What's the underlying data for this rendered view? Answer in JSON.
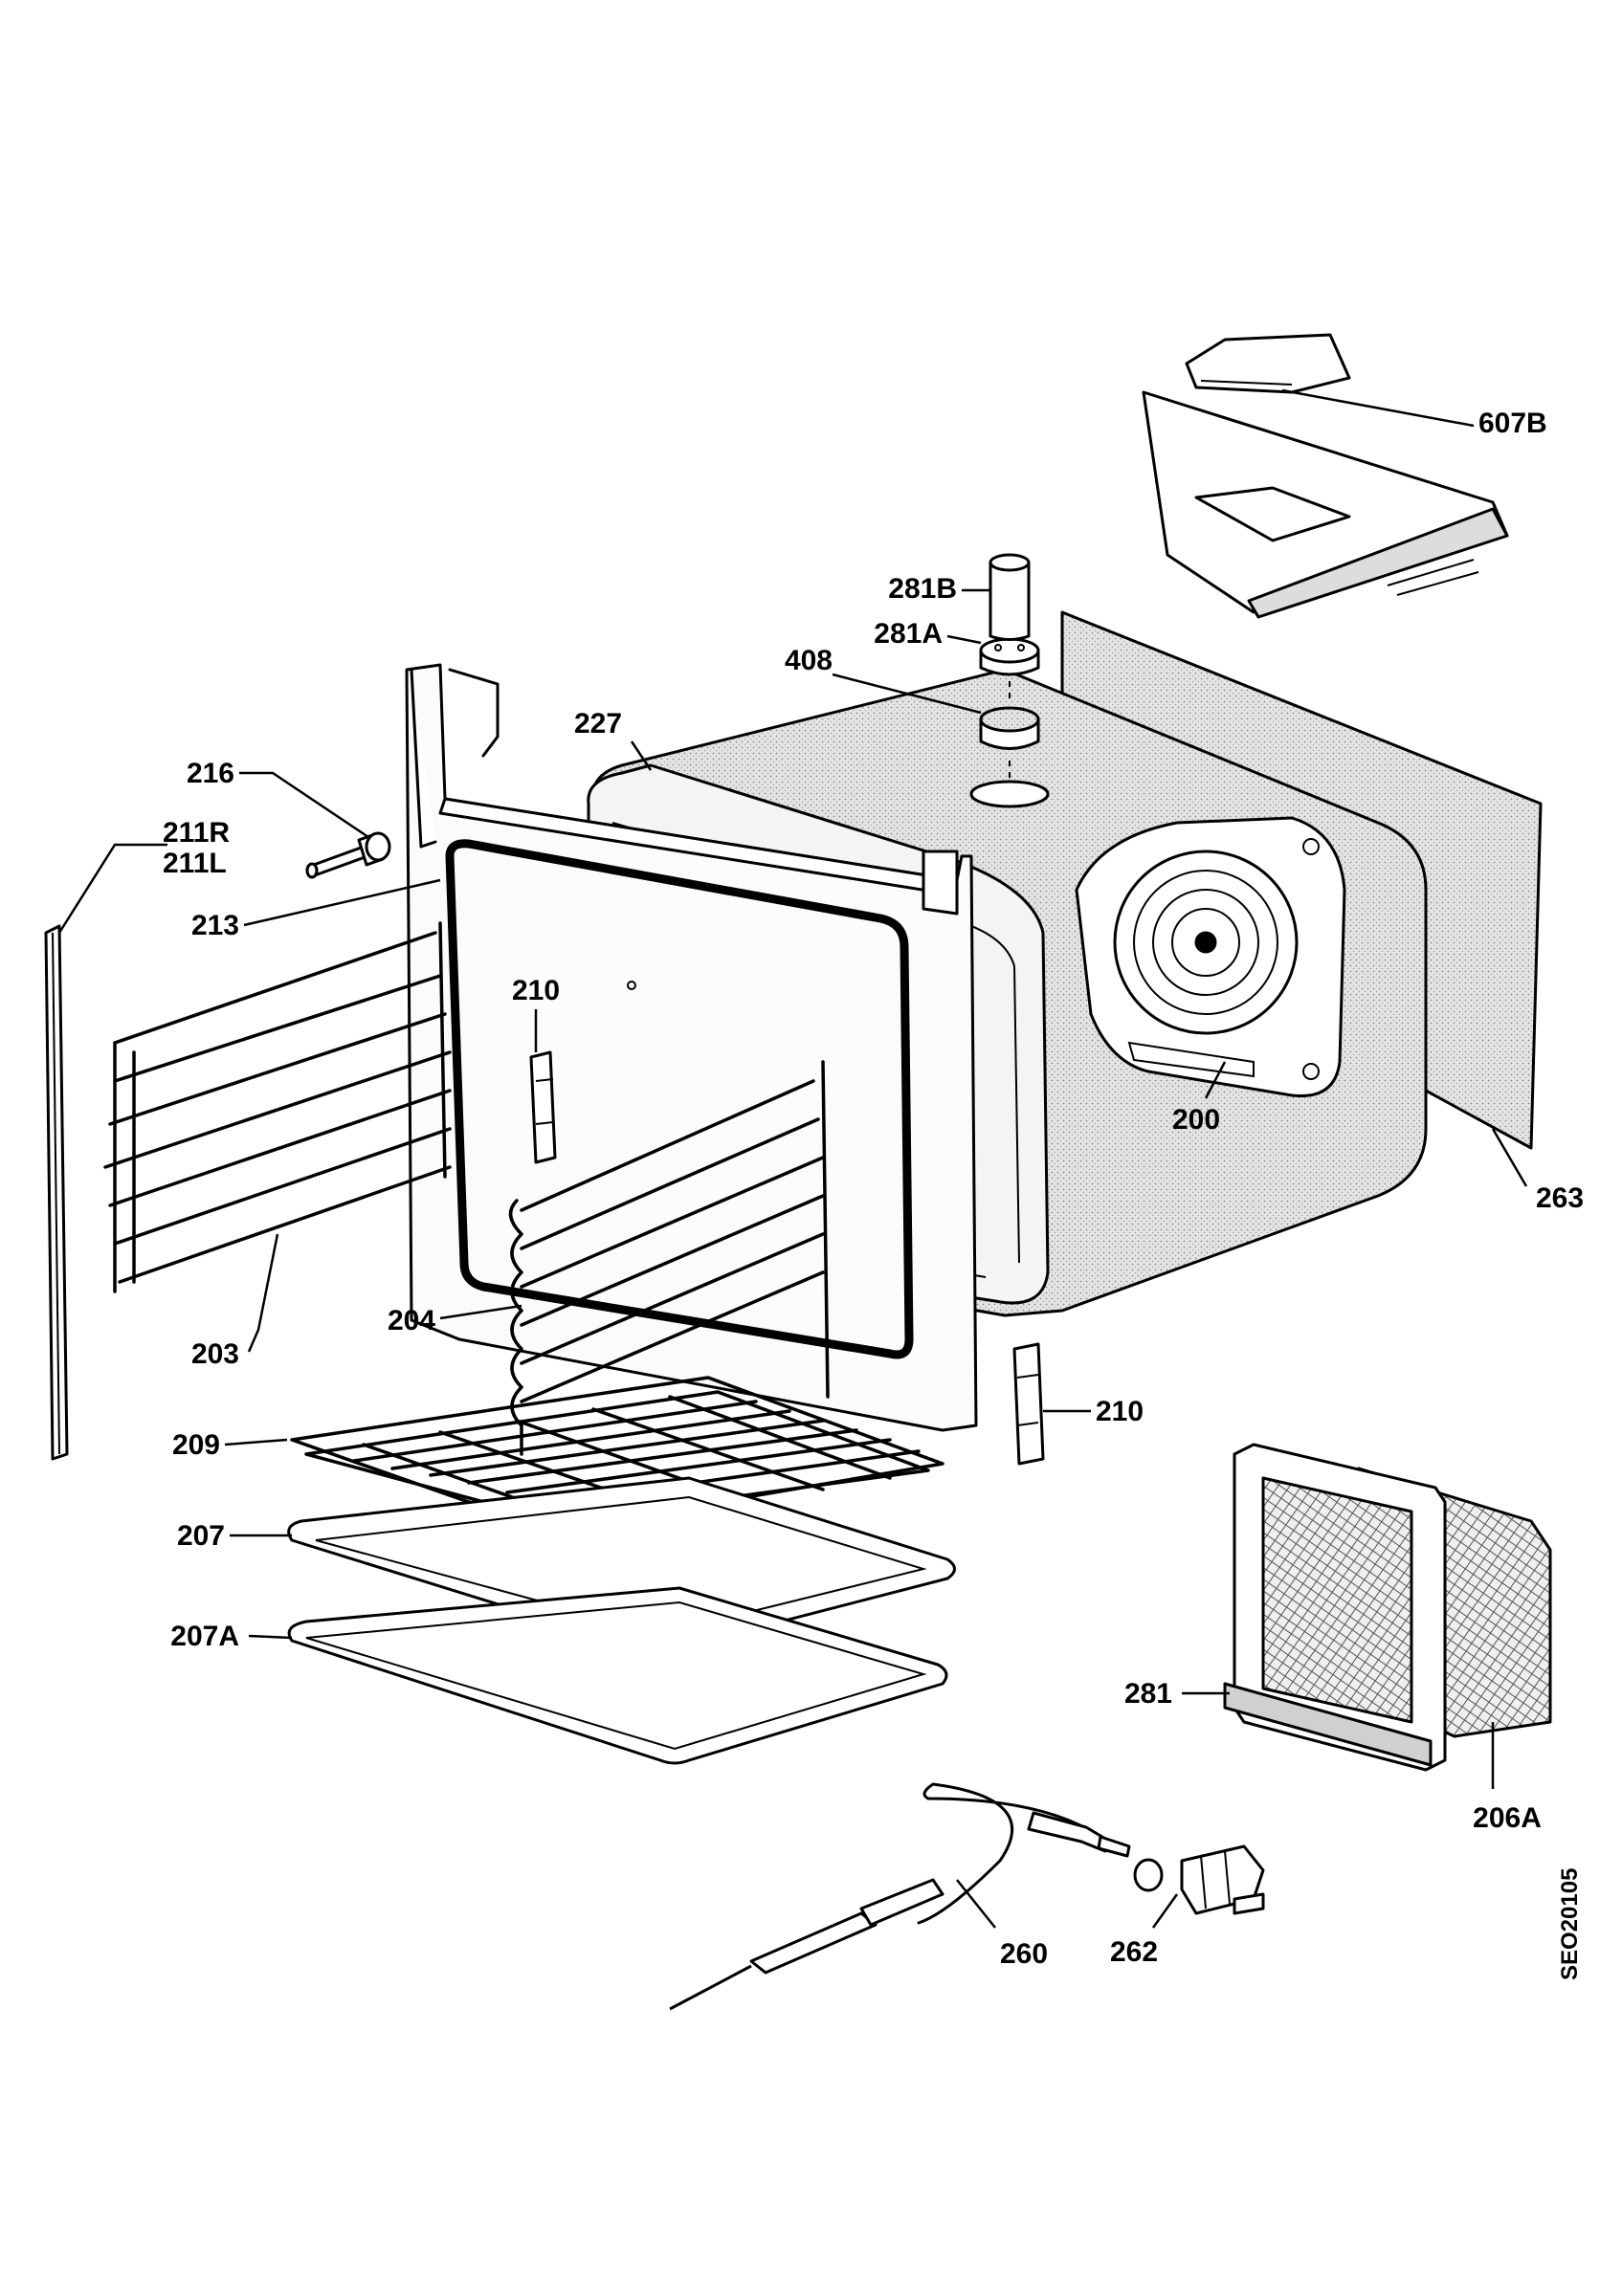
{
  "labels": {
    "p607B": "607B",
    "p281B": "281B",
    "p281A": "281A",
    "p408": "408",
    "p227": "227",
    "p216": "216",
    "p211R": "211R",
    "p211L": "211L",
    "p213": "213",
    "p210a": "210",
    "p200": "200",
    "p263": "263",
    "p203": "203",
    "p204": "204",
    "p210b": "210",
    "p209": "209",
    "p207": "207",
    "p207A": "207A",
    "p281": "281",
    "p206A": "206A",
    "p260": "260",
    "p262": "262"
  },
  "drawing_code": "SEO20105",
  "colors": {
    "line": "#000000",
    "background": "#ffffff",
    "shade": "#d9d9d9"
  }
}
